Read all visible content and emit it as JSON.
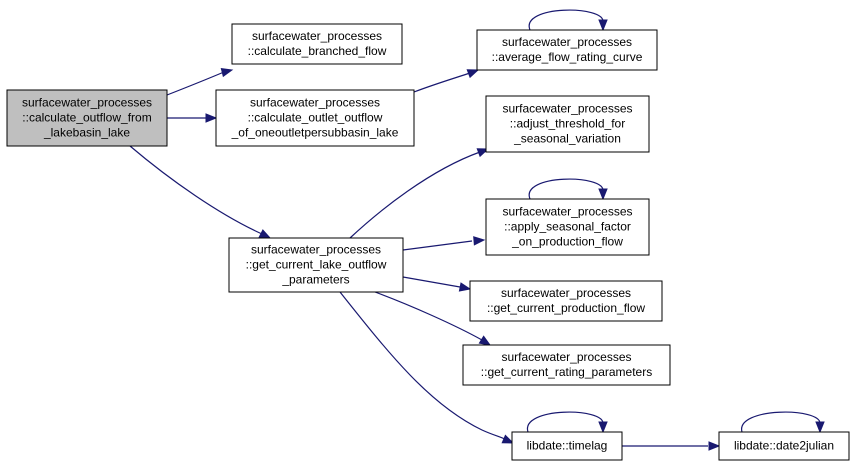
{
  "nodes": [
    {
      "id": "root",
      "lines": [
        "surfacewater_processes",
        "::calculate_outflow_from",
        "_lakebasin_lake"
      ],
      "root": true
    },
    {
      "id": "branched",
      "lines": [
        "surfacewater_processes",
        "::calculate_branched_flow"
      ]
    },
    {
      "id": "outlet",
      "lines": [
        "surfacewater_processes",
        "::calculate_outlet_outflow",
        "_of_oneoutletpersubbasin_lake"
      ]
    },
    {
      "id": "getparams",
      "lines": [
        "surfacewater_processes",
        "::get_current_lake_outflow",
        "_parameters"
      ]
    },
    {
      "id": "avgcurve",
      "lines": [
        "surfacewater_processes",
        "::average_flow_rating_curve"
      ]
    },
    {
      "id": "adjthresh",
      "lines": [
        "surfacewater_processes",
        "::adjust_threshold_for",
        "_seasonal_variation"
      ]
    },
    {
      "id": "applyseason",
      "lines": [
        "surfacewater_processes",
        "::apply_seasonal_factor",
        "_on_production_flow"
      ]
    },
    {
      "id": "getprod",
      "lines": [
        "surfacewater_processes",
        "::get_current_production_flow"
      ]
    },
    {
      "id": "getrating",
      "lines": [
        "surfacewater_processes",
        "::get_current_rating_parameters"
      ]
    },
    {
      "id": "timelag",
      "lines": [
        "libdate::timelag"
      ]
    },
    {
      "id": "date2julian",
      "lines": [
        "libdate::date2julian"
      ]
    }
  ],
  "edges": [
    {
      "from": "root",
      "to": "branched"
    },
    {
      "from": "root",
      "to": "outlet"
    },
    {
      "from": "root",
      "to": "getparams"
    },
    {
      "from": "outlet",
      "to": "avgcurve"
    },
    {
      "from": "avgcurve",
      "to": "avgcurve"
    },
    {
      "from": "getparams",
      "to": "adjthresh"
    },
    {
      "from": "getparams",
      "to": "applyseason"
    },
    {
      "from": "applyseason",
      "to": "applyseason"
    },
    {
      "from": "getparams",
      "to": "getprod"
    },
    {
      "from": "getparams",
      "to": "getrating"
    },
    {
      "from": "getparams",
      "to": "timelag"
    },
    {
      "from": "timelag",
      "to": "timelag"
    },
    {
      "from": "timelag",
      "to": "date2julian"
    },
    {
      "from": "date2julian",
      "to": "date2julian"
    }
  ]
}
